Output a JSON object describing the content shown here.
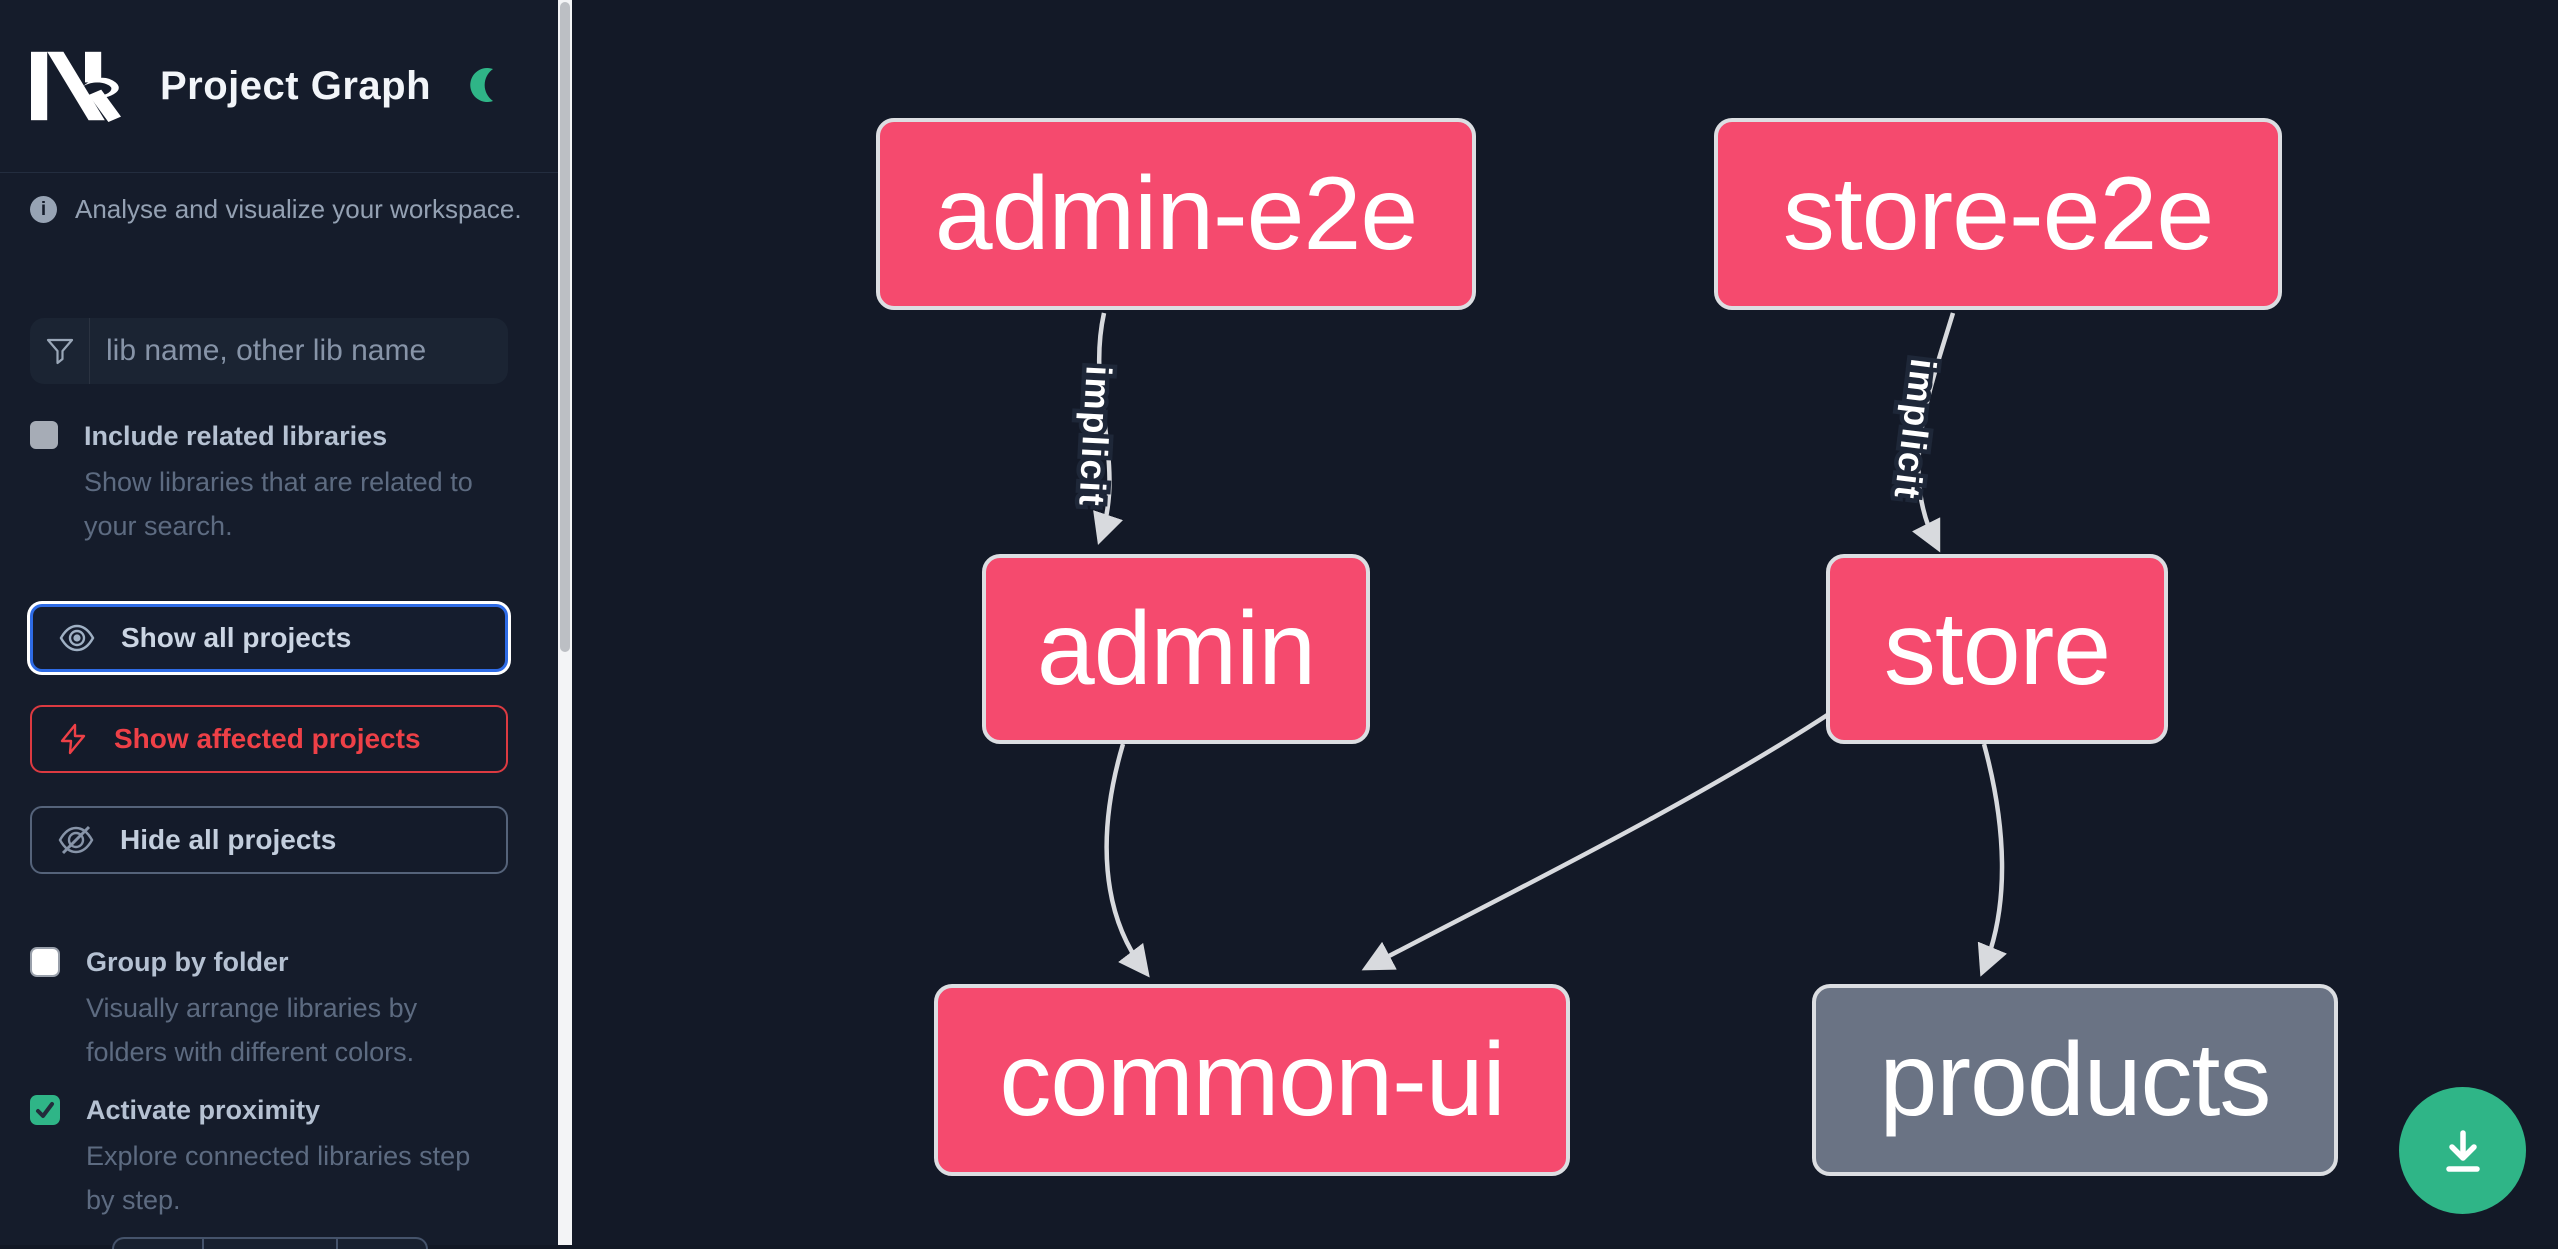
{
  "header": {
    "app_title": "Project Graph",
    "logo": "nx-logo",
    "theme_icon": "moon-icon"
  },
  "sidebar": {
    "info_text": "Analyse and visualize your workspace.",
    "search_placeholder": "lib name, other lib name",
    "toggles": [
      {
        "label": "Include related libraries",
        "description": "Show libraries that are related to\nyour search.",
        "checked": false
      },
      {
        "label": "Group by folder",
        "description": "Visually arrange libraries by\nfolders with different colors.",
        "checked": false
      },
      {
        "label": "Activate proximity",
        "description": "Explore connected libraries step\nby step.",
        "checked": true
      }
    ],
    "actions": [
      {
        "label": "Show all projects",
        "icon": "eye-icon",
        "state": "focused"
      },
      {
        "label": "Show affected projects",
        "icon": "bolt-icon",
        "state": "affected"
      },
      {
        "label": "Hide all projects",
        "icon": "eye-off-icon",
        "state": "default"
      }
    ]
  },
  "graph": {
    "nodes": [
      {
        "id": "admin-e2e",
        "label": "admin-e2e",
        "style": "focused"
      },
      {
        "id": "store-e2e",
        "label": "store-e2e",
        "style": "focused"
      },
      {
        "id": "admin",
        "label": "admin",
        "style": "focused"
      },
      {
        "id": "store",
        "label": "store",
        "style": "focused"
      },
      {
        "id": "common-ui",
        "label": "common-ui",
        "style": "focused"
      },
      {
        "id": "products",
        "label": "products",
        "style": "unfocused"
      }
    ],
    "edges": [
      {
        "source": "admin-e2e",
        "target": "admin",
        "type": "implicit",
        "label": "implicit"
      },
      {
        "source": "store-e2e",
        "target": "store",
        "type": "implicit",
        "label": "implicit"
      },
      {
        "source": "admin",
        "target": "common-ui",
        "type": "static",
        "label": ""
      },
      {
        "source": "store",
        "target": "common-ui",
        "type": "static",
        "label": ""
      },
      {
        "source": "store",
        "target": "products",
        "type": "static",
        "label": ""
      }
    ],
    "colors": {
      "node_focused": "#f54a6e",
      "node_unfocused": "#6a7384",
      "edge": "#d8dade",
      "accent_green": "#2fb587",
      "affected_red": "#ee4047",
      "focus_blue": "#2e6be5"
    }
  },
  "fab": {
    "icon": "download-icon"
  }
}
